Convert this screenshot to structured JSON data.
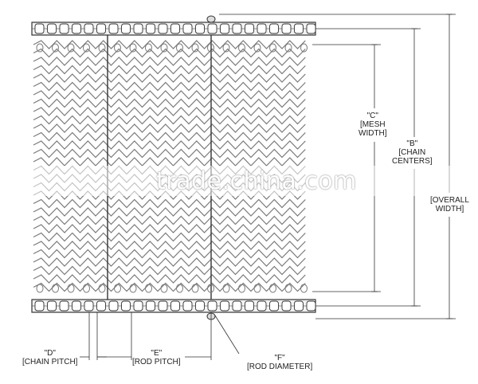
{
  "labels": {
    "C": {
      "name": "\"C\"",
      "text1": "[MESH",
      "text2": "WIDTH]"
    },
    "B": {
      "name": "\"B\"",
      "text1": "[CHAIN",
      "text2": "CENTERS]"
    },
    "A": {
      "text1": "[OVERALL",
      "text2": "WIDTH]"
    },
    "D": {
      "name": "\"D\"",
      "text": "[CHAIN PITCH]"
    },
    "E": {
      "name": "\"E\"",
      "text": "[ROD PITCH]"
    },
    "F": {
      "name": "\"F\"",
      "text": "[ROD DIAMETER]"
    }
  },
  "watermark": "trade.china.com",
  "colors": {
    "line": "#333333",
    "wire": "#7a7a7a",
    "chain": "#f2f2f2"
  }
}
